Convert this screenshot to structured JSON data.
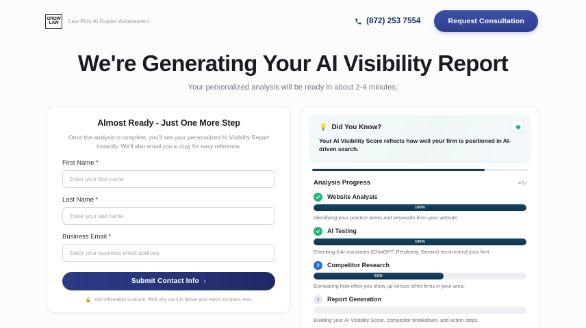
{
  "header": {
    "logo_line1": "GROW",
    "logo_line2": "LAW",
    "brand_tagline": "Law Firm AI Grader Assessment",
    "phone_icon": "phone-icon",
    "phone": "(872) 253 7554",
    "cta_label": "Request Consultation"
  },
  "hero": {
    "title": "We're Generating Your AI Visibility Report",
    "subtitle": "Your personalized analysis will be ready in about 2-4 minutes."
  },
  "form": {
    "title": "Almost Ready - Just One More Step",
    "subtitle": "Once the analysis is complete, you'll see your personalized AI Visibility Report instantly. We'll also email you a copy for easy reference.",
    "fields": [
      {
        "label": "First Name *",
        "placeholder": "Enter your first name",
        "value": ""
      },
      {
        "label": "Last Name *",
        "placeholder": "Enter your last name",
        "value": ""
      },
      {
        "label": "Business Email *",
        "placeholder": "Enter your business email address",
        "value": ""
      }
    ],
    "submit_label": "Submit Contact Info",
    "submit_arrow": "›",
    "secure_icon": "lock-icon",
    "secure_glyph": "🔒",
    "secure_note": "Your information is secure. We'll only use it to deliver your report; no spam, ever."
  },
  "did_you_know": {
    "icon": "lightbulb-icon",
    "icon_glyph": "💡",
    "title": "Did You Know?",
    "body": "Your AI Visibility Score reflects how well your firm is positioned in AI-driven search.",
    "badge_icon": "heart-pulse-icon",
    "badge_color": "#16b982"
  },
  "progress": {
    "overall_percent": 80,
    "title": "Analysis Progress",
    "timer": "45s",
    "steps": [
      {
        "badge": "✓",
        "state": "done",
        "name": "Website Analysis",
        "percent": 100,
        "percent_label": "100%",
        "description": "Identifying your practice areas and keywords from your website."
      },
      {
        "badge": "✓",
        "state": "done",
        "name": "AI Testing",
        "percent": 100,
        "percent_label": "100%",
        "description": "Checking if AI assistants (ChatGPT, Perplexity, Gemini) recommend your firm."
      },
      {
        "badge": "3",
        "state": "active",
        "name": "Competitor Research",
        "percent": 61,
        "percent_label": "61%",
        "description": "Comparing how often you show up versus other firms in your area."
      },
      {
        "badge": "4",
        "state": "pending",
        "name": "Report Generation",
        "percent": 0,
        "percent_label": "",
        "description": "Building your AI Visibility Score, competitor breakdown, and action steps."
      }
    ]
  },
  "colors": {
    "brand_navy": "#15306b",
    "accent_blue": "#2a6fd4",
    "success_green": "#1fb876",
    "bar_fill": "#143a5e"
  }
}
